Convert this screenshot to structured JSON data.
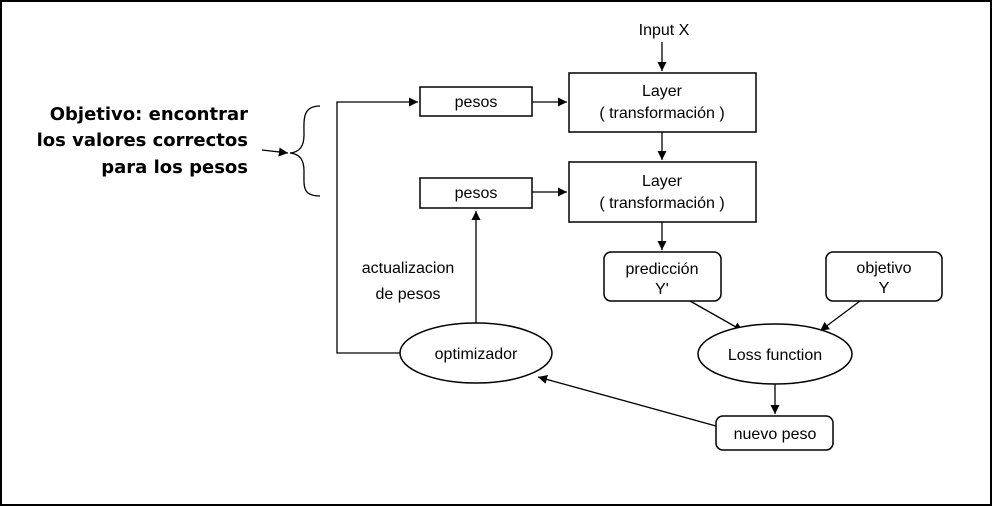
{
  "goal": {
    "line1": "Objetivo: encontrar",
    "line2": "los valores correctos",
    "line3": "para los pesos"
  },
  "input": {
    "label": "Input X"
  },
  "layer1": {
    "line1": "Layer",
    "line2": "(  transformación  )"
  },
  "layer2": {
    "line1": "Layer",
    "line2": "(  transformación  )"
  },
  "weights1": {
    "label": "pesos"
  },
  "weights2": {
    "label": "pesos"
  },
  "prediction": {
    "line1": "predicción",
    "line2": "Y'"
  },
  "target": {
    "line1": "objetivo",
    "line2": "Y"
  },
  "loss": {
    "label": "Loss function"
  },
  "new_weight": {
    "label": "nuevo peso"
  },
  "optimizer": {
    "label": "optimizador"
  },
  "update": {
    "line1": "actualizacion",
    "line2": "de pesos"
  }
}
